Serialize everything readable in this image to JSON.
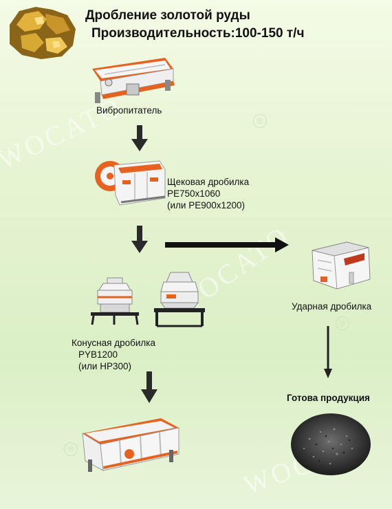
{
  "title": {
    "line1": "Дробление золотой руды",
    "line2": "Производительность:100-150 т/ч"
  },
  "watermark": {
    "brand": "WOCATO",
    "mark": "®"
  },
  "nodes": {
    "feeder": {
      "label": "Вибропитатель",
      "icon": "vibrating-feeder"
    },
    "jaw": {
      "line1": "Щековая дробилка",
      "line2": "PE750x1060",
      "line3": "(или PE900x1200)",
      "icon": "jaw-crusher"
    },
    "cone": {
      "line1": "Конусная дробилка",
      "line2": "PYB1200",
      "line3": "(или HP300)",
      "icon": "cone-crusher"
    },
    "impact": {
      "label": "Ударная дробилка",
      "icon": "impact-crusher"
    },
    "product": {
      "label": "Готова продукция",
      "icon": "crushed-stone-pile"
    },
    "screen": {
      "icon": "vibrating-screen"
    },
    "ore": {
      "icon": "gold-ore"
    }
  },
  "colors": {
    "machine_orange": "#e8621f",
    "machine_white": "#f4f4f4",
    "arrow": "#2a2a2a"
  }
}
